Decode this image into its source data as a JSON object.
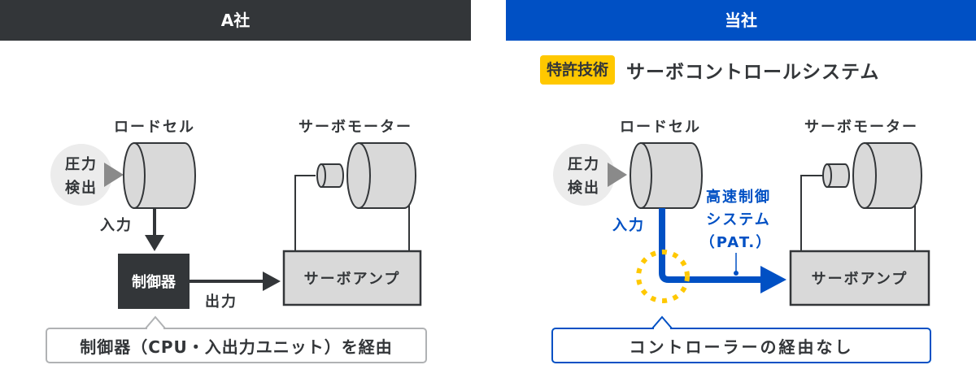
{
  "left_panel": {
    "header": "A社",
    "load_cell_label": "ロードセル",
    "pressure_label_line1": "圧力",
    "pressure_label_line2": "検出",
    "input_label": "入力",
    "controller_label": "制御器",
    "output_label": "出力",
    "servo_motor_label": "サーボモーター",
    "servo_amp_label": "サーボアンプ",
    "callout": "制御器（CPU・入出力ユニット）を経由"
  },
  "right_panel": {
    "header": "当社",
    "badge": "特許技術",
    "subtitle": "サーボコントロールシステム",
    "load_cell_label": "ロードセル",
    "pressure_label_line1": "圧力",
    "pressure_label_line2": "検出",
    "input_label": "入力",
    "high_speed_line1": "高速制御",
    "high_speed_line2": "システム",
    "high_speed_line3": "（PAT.）",
    "servo_motor_label": "サーボモーター",
    "servo_amp_label": "サーボアンプ",
    "callout": "コントローラーの経由なし"
  },
  "colors": {
    "dark": "#333639",
    "brand_blue": "#0050c4",
    "badge_yellow": "#ffc800",
    "component_fill": "#d9d9d9",
    "bubble_fill": "#ececec",
    "highlight_dots": "#ffc800"
  }
}
